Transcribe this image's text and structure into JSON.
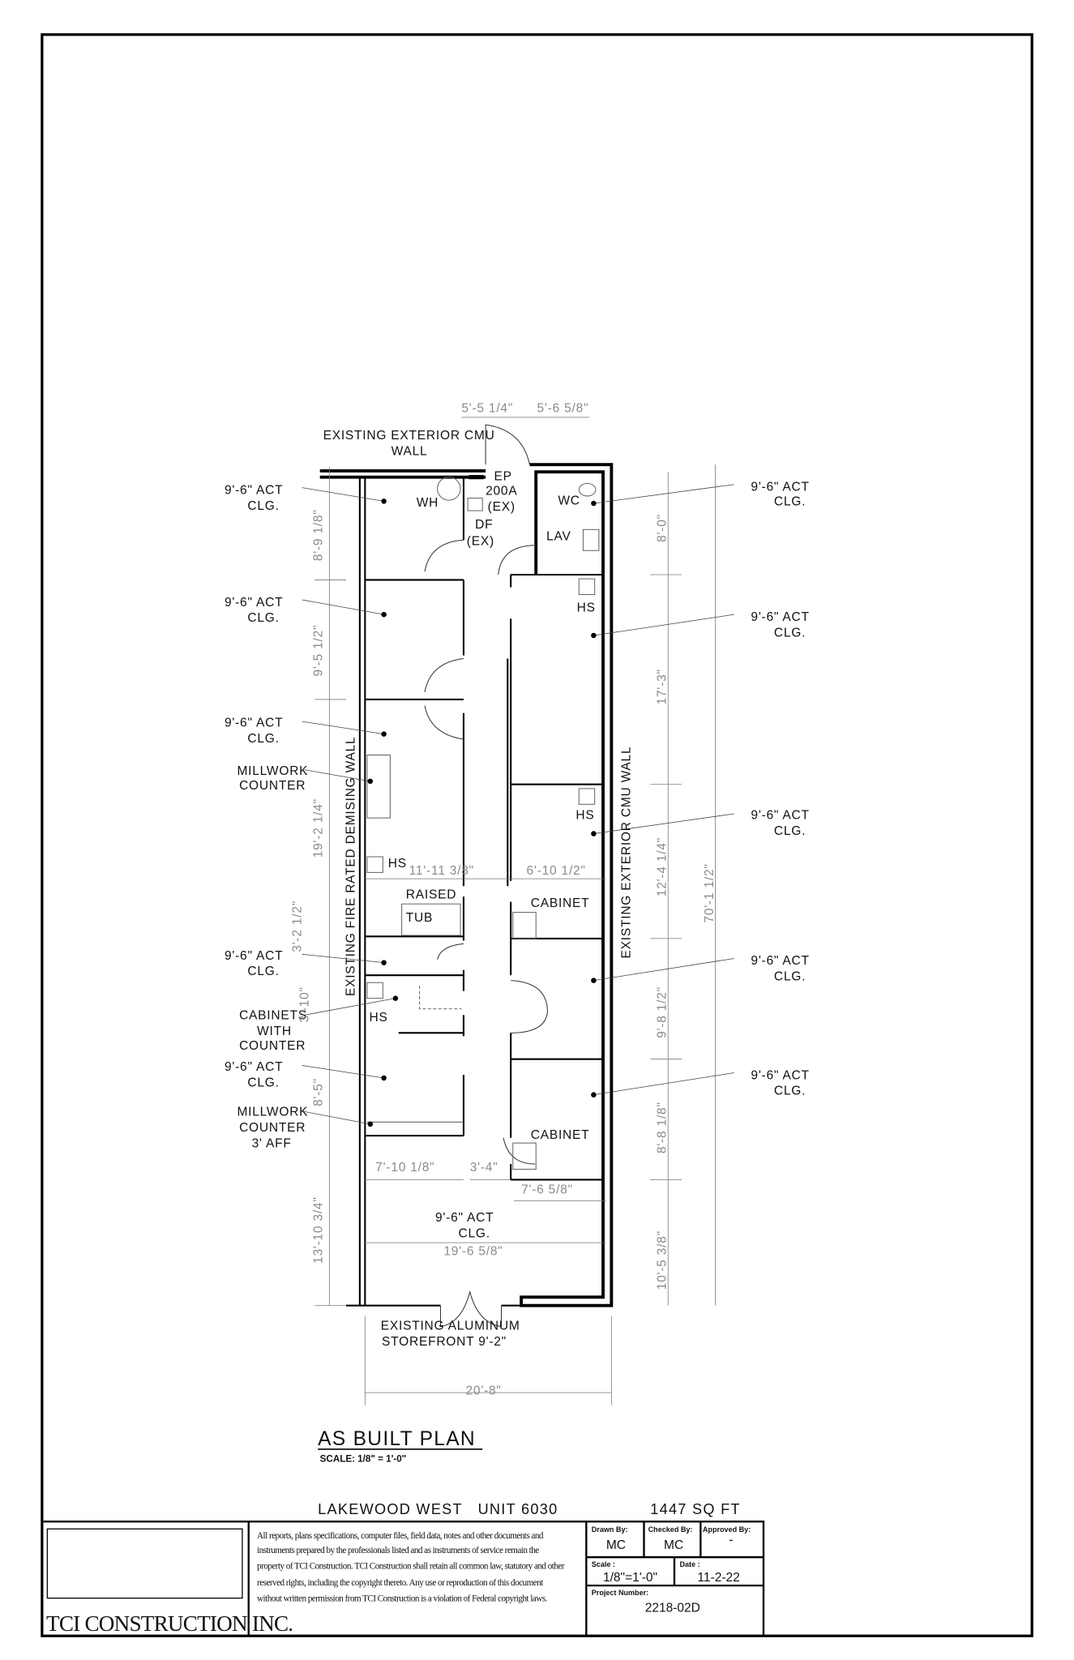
{
  "plan": {
    "top_dims": [
      "5'-5 1/4\"",
      "5'-6 5/8\""
    ],
    "top_wall_label": [
      "EXISTING EXTERIOR CMU",
      "WALL"
    ],
    "ceiling": [
      {
        "line1": "9'-6\" ACT",
        "line2": "CLG."
      },
      {
        "line1": "9'-6\" ACT",
        "line2": "CLG."
      },
      {
        "line1": "9'-6\" ACT",
        "line2": "CLG."
      },
      {
        "line1": "9'-6\" ACT",
        "line2": "CLG."
      },
      {
        "line1": "9'-6\" ACT",
        "line2": "CLG."
      },
      {
        "line1": "9'-6\" ACT",
        "line2": "CLG."
      },
      {
        "line1": "9'-6\" ACT",
        "line2": "CLG."
      },
      {
        "line1": "9'-6\" ACT",
        "line2": "CLG."
      },
      {
        "line1": "9'-6\" ACT",
        "line2": "CLG."
      },
      {
        "line1": "9'-6\" ACT",
        "line2": "CLG."
      },
      {
        "line1": "9'-6\" ACT",
        "line2": "CLG."
      }
    ],
    "notes": {
      "millwork1": [
        "MILLWORK",
        "COUNTER"
      ],
      "cabinets": [
        "CABINETS",
        "WITH",
        "COUNTER"
      ],
      "millwork2": [
        "MILLWORK",
        "COUNTER",
        "3' AFF"
      ],
      "wh": "WH",
      "ep": [
        "EP",
        "200A",
        "(EX)"
      ],
      "df": [
        "DF",
        "(EX)"
      ],
      "wc": "WC",
      "lav": "LAV",
      "hs": "HS",
      "raised": "RAISED",
      "tub": "TUB",
      "cabinet": "CABINET",
      "storefront": [
        "EXISTING ALUMINUM",
        "STOREFRONT 9'-2\""
      ],
      "left_wall": "EXISTING FIRE RATED DEMISING WALL",
      "right_wall": "EXISTING EXTERIOR CMU WALL"
    },
    "dims": {
      "d_11_11": "11'-11 3/8\"",
      "d_6_10": "6'-10 1/2\"",
      "d_7_10": "7'-10 1/8\"",
      "d_3_4": "3'-4\"",
      "d_7_6": "7'-6 5/8\"",
      "d_19_6": "19'-6 5/8\"",
      "d_20_8": "20'-8\"",
      "left": [
        "8'-9 1/8\"",
        "9'-5 1/2\"",
        "19'-2 1/4\"",
        "3'-2 1/2\"",
        "3'-10\"",
        "8'-5\"",
        "13'-10 3/4\""
      ],
      "right": [
        "8'-0\"",
        "17'-3\"",
        "12'-4 1/4\"",
        "9'-8 1/2\"",
        "8'-8 1/8\"",
        "10'-5 3/8\""
      ],
      "overall": "70'-1 1/2\""
    },
    "title": "AS BUILT PLAN",
    "scale": "SCALE: 1/8\" = 1'-0\""
  },
  "project_line": {
    "name": "LAKEWOOD WEST   UNIT 6030",
    "area": "1447 SQ FT"
  },
  "title_block": {
    "company": "TCI CONSTRUCTION INC.",
    "copyright": [
      "All reports, plans specifications, computer files, field data, notes and other documents and",
      "instruments prepared by the professionals listed and as instruments of service remain the",
      "property of TCI Construction.  TCI Construction shall retain all common law, statutory and other",
      "reserved rights, including the copyright thereto.  Any use or reproduction of this document",
      "without written permission from TCI Construction is a violation of Federal copyright laws."
    ],
    "drawn_by_label": "Drawn By:",
    "drawn_by": "MC",
    "checked_by_label": "Checked By:",
    "checked_by": "MC",
    "approved_by_label": "Approved By:",
    "approved_by": "-",
    "scale_label": "Scale :",
    "scale": "1/8\"=1'-0\"",
    "date_label": "Date :",
    "date": "11-2-22",
    "project_number_label": "Project Number:",
    "project_number": "2218-02D"
  }
}
